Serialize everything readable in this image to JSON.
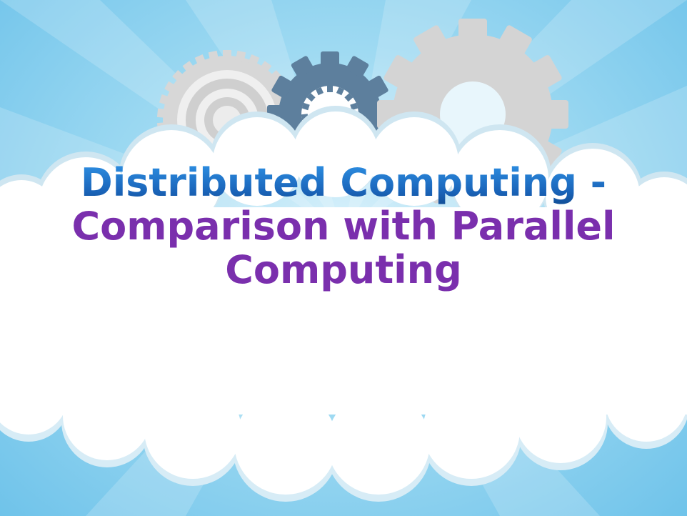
{
  "slide": {
    "title_line_1": "Distributed Computing -",
    "title_line_2": "Comparison with Parallel",
    "title_line_3": "Computing"
  },
  "decorations": {
    "gear_left": "gear-icon",
    "gear_middle": "gear-icon",
    "gear_right": "gear-icon"
  },
  "colors": {
    "title_blue": "#1b6fc4",
    "title_purple": "#7a2fad",
    "sky": "#7fcbee",
    "gear_blue": "#5b7e9c",
    "gear_gray": "#d3d3d3"
  }
}
